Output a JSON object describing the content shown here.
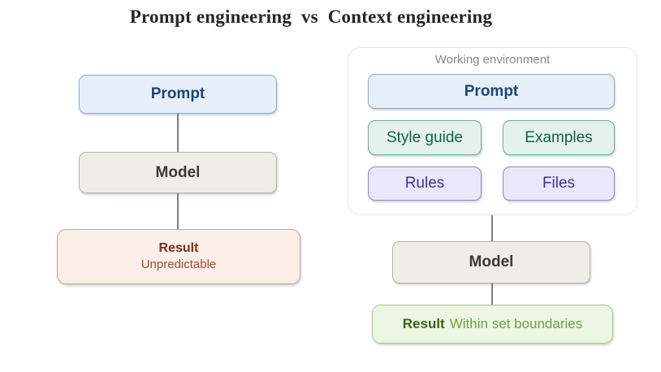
{
  "title": "Prompt engineering  vs  Context engineering",
  "left_flow": {
    "prompt_label": "Prompt",
    "model_label": "Model",
    "result_label": "Result",
    "result_note": "Unpredictable"
  },
  "right_flow": {
    "container_label": "Working environment",
    "prompt_label": "Prompt",
    "context_items": [
      "Style guide",
      "Examples",
      "Rules",
      "Files"
    ],
    "model_label": "Model",
    "result_label": "Result",
    "result_note": "Within set boundaries"
  },
  "colors": {
    "title-text": "#262626",
    "accent-blue-fill": "#e7f0fa",
    "accent-blue-border": "#85abd2",
    "accent-blue-text": "#1c4577",
    "neutral-fill": "#efede7",
    "neutral-border": "#b5b2aa",
    "neutral-text": "#3a3a38",
    "danger-fill": "#fcefe9",
    "danger-border": "#d9a183",
    "danger-text": "#7d2e1c",
    "danger-subtext": "#a34a2f",
    "green-fill": "#e4f2eb",
    "green-border": "#66b395",
    "green-text": "#14604d",
    "purple-fill": "#eae7fb",
    "purple-border": "#9186d6",
    "purple-text": "#3d3399",
    "success-fill": "#edf6e2",
    "success-border": "#a6c97f",
    "success-text": "#38641c",
    "success-subtext": "#6ba14b",
    "container-border": "#c9c9c9",
    "container-label": "#8a8a8a",
    "connector": "#7f7f7f"
  }
}
